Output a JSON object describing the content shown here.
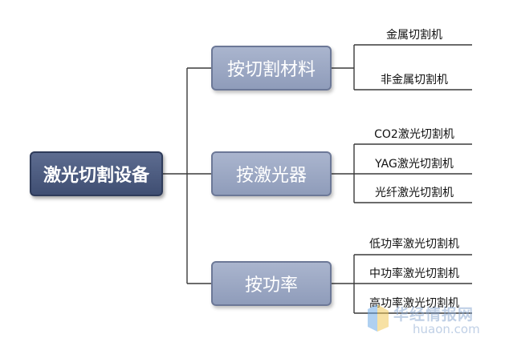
{
  "root": {
    "label": "激光切割设备"
  },
  "branches": [
    {
      "label": "按切割材料",
      "leaves": [
        "金属切割机",
        "非金属切割机"
      ]
    },
    {
      "label": "按激光器",
      "leaves": [
        "CO2激光切割机",
        "YAG激光切割机",
        "光纤激光切割机"
      ]
    },
    {
      "label": "按功率",
      "leaves": [
        "低功率激光切割机",
        "中功率激光切割机",
        "高功率激光切割机"
      ]
    }
  ],
  "watermark": {
    "text": "华经情报网",
    "sub": "huaon.com"
  },
  "colors": {
    "root_fill": "#4a5879",
    "branch_fill": "#9aa6c3",
    "line": "#3a3a3a"
  }
}
